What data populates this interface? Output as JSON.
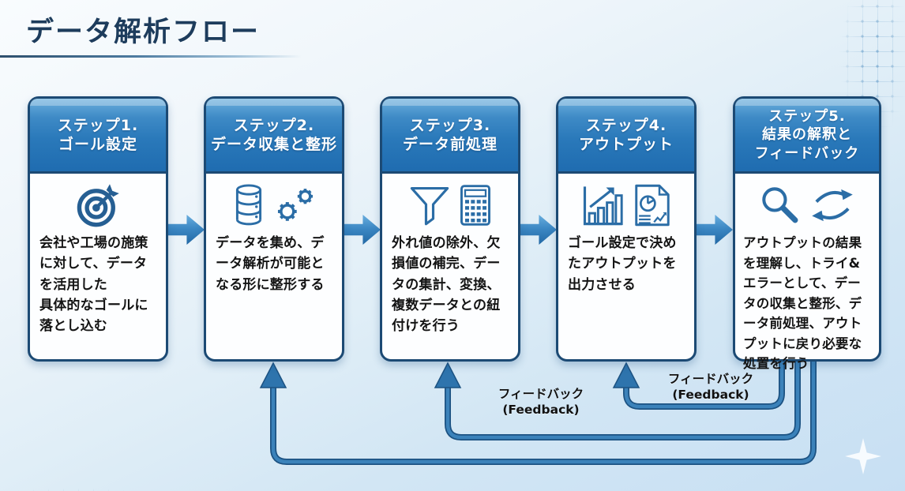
{
  "title": "データ解析フロー",
  "steps": [
    {
      "header": "ステップ1.\nゴール設定",
      "body": "会社や工場の施策に対して、データを活用した\n具体的なゴールに落とし込む",
      "icons": [
        "target-icon"
      ]
    },
    {
      "header": "ステップ2.\nデータ収集と整形",
      "body": "データを集め、データ解析が可能となる形に整形する",
      "icons": [
        "database-icon",
        "gears-icon"
      ]
    },
    {
      "header": "ステップ3.\nデータ前処理",
      "body": "外れ値の除外、欠損値の補完、データの集計、変換、複数データとの紐付けを行う",
      "icons": [
        "funnel-icon",
        "calculator-icon"
      ]
    },
    {
      "header": "ステップ4.\nアウトプット",
      "body": "ゴール設定で決めたアウトプットを出力させる",
      "icons": [
        "bar-chart-icon",
        "report-icon"
      ]
    },
    {
      "header": "ステップ5.\n結果の解釈と\nフィードバック",
      "body": "アウトプットの結果を理解し、トライ&エラーとして、データの収集と整形、データ前処理、アウトプットに戻り必要な処置を行う",
      "icons": [
        "magnifier-icon",
        "cycle-arrows-icon"
      ]
    }
  ],
  "feedback_labels": [
    {
      "text": "フィードバック\n(Feedback)"
    },
    {
      "text": "フィードバック\n(Feedback)"
    }
  ],
  "colors": {
    "title_navy": "#1d3c5c",
    "header_blue_top": "#6cb0dd",
    "header_blue_bottom": "#1f6cb0",
    "card_border_navy": "#1c4a74",
    "icon_blue": "#2b6da6",
    "flow_arrow_blue": "#2e7ab8",
    "feedback_line_blue": "#2d74ae",
    "background_light_blue": "#d6e8f5"
  }
}
